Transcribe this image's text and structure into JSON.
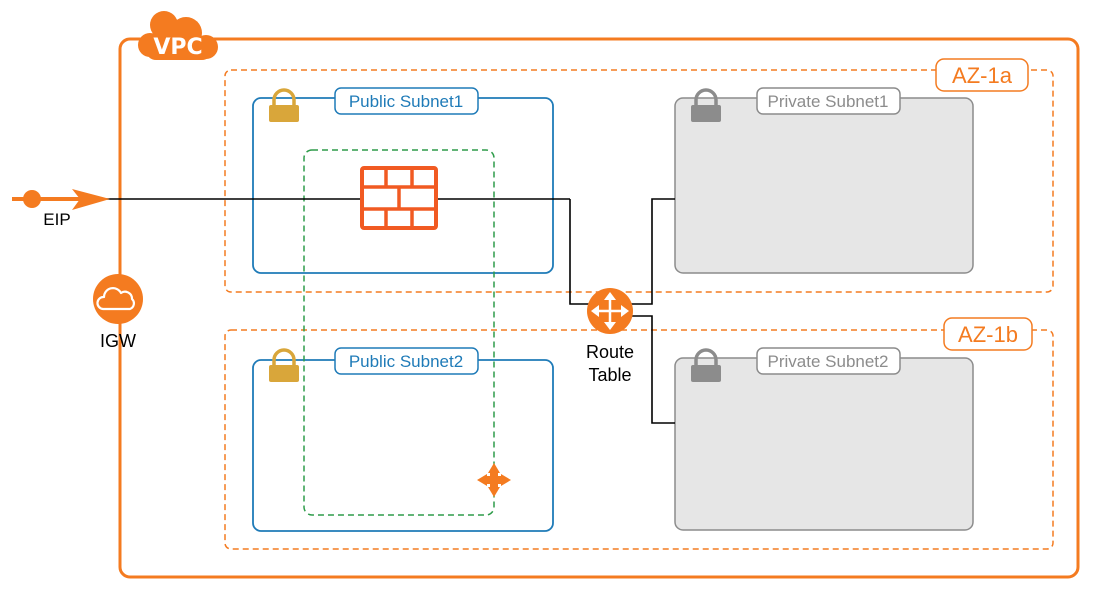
{
  "vpc": {
    "label": "VPC"
  },
  "zones": [
    {
      "label": "AZ-1a"
    },
    {
      "label": "AZ-1b"
    }
  ],
  "subnets": {
    "public1": {
      "label": "Public Subnet1"
    },
    "public2": {
      "label": "Public Subnet2"
    },
    "private1": {
      "label": "Private Subnet1"
    },
    "private2": {
      "label": "Private Subnet2"
    }
  },
  "eip": {
    "label": "EIP"
  },
  "igw": {
    "label": "IGW"
  },
  "route_table": {
    "label_line1": "Route",
    "label_line2": "Table"
  },
  "colors": {
    "orange": "#f47b20",
    "blue": "#1f7bb8",
    "gray": "#8c8c8c",
    "gold": "#d9a63a",
    "green": "#2e9c4a",
    "private_fill": "#e6e6e6"
  },
  "icons": [
    "cloud-icon",
    "lock-icon",
    "firewall-icon",
    "router-icon",
    "eip-arrow-icon",
    "nat-instance-icon"
  ]
}
